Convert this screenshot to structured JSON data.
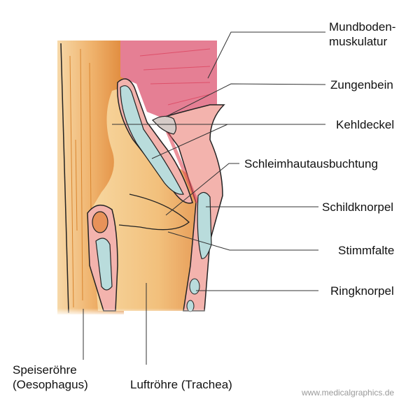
{
  "labels": {
    "mundboden_1": "Mundboden-",
    "mundboden_2": "muskulatur",
    "zungenbein": "Zungenbein",
    "kehldeckel": "Kehldeckel",
    "schleimhaut": "Schleimhautausbuchtung",
    "schildknorpel": "Schildknorpel",
    "stimmfalte": "Stimmfalte",
    "ringknorpel": "Ringknorpel",
    "speiseroehre_1": "Speiseröhre",
    "speiseroehre_2": "(Oesophagus)",
    "luftroehre": "Luftröhre (Trachea)"
  },
  "watermark": "www.medicalgraphics.de",
  "colors": {
    "esophagus": "#e8a25a",
    "muscle": "#e27a8f",
    "mucosa": "#f3b3ad",
    "cartilage": "#b9dcdc",
    "bone": "#d6ccc8",
    "larynx": "#f5c98a"
  }
}
